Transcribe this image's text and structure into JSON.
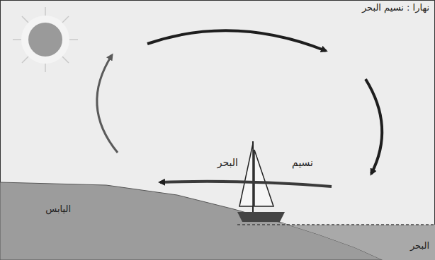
{
  "diagram": {
    "title": "نهارا : نسيم البحر",
    "labels": [
      "البحر",
      "نسيم",
      "اليابس",
      "البحر"
    ]
  }
}
